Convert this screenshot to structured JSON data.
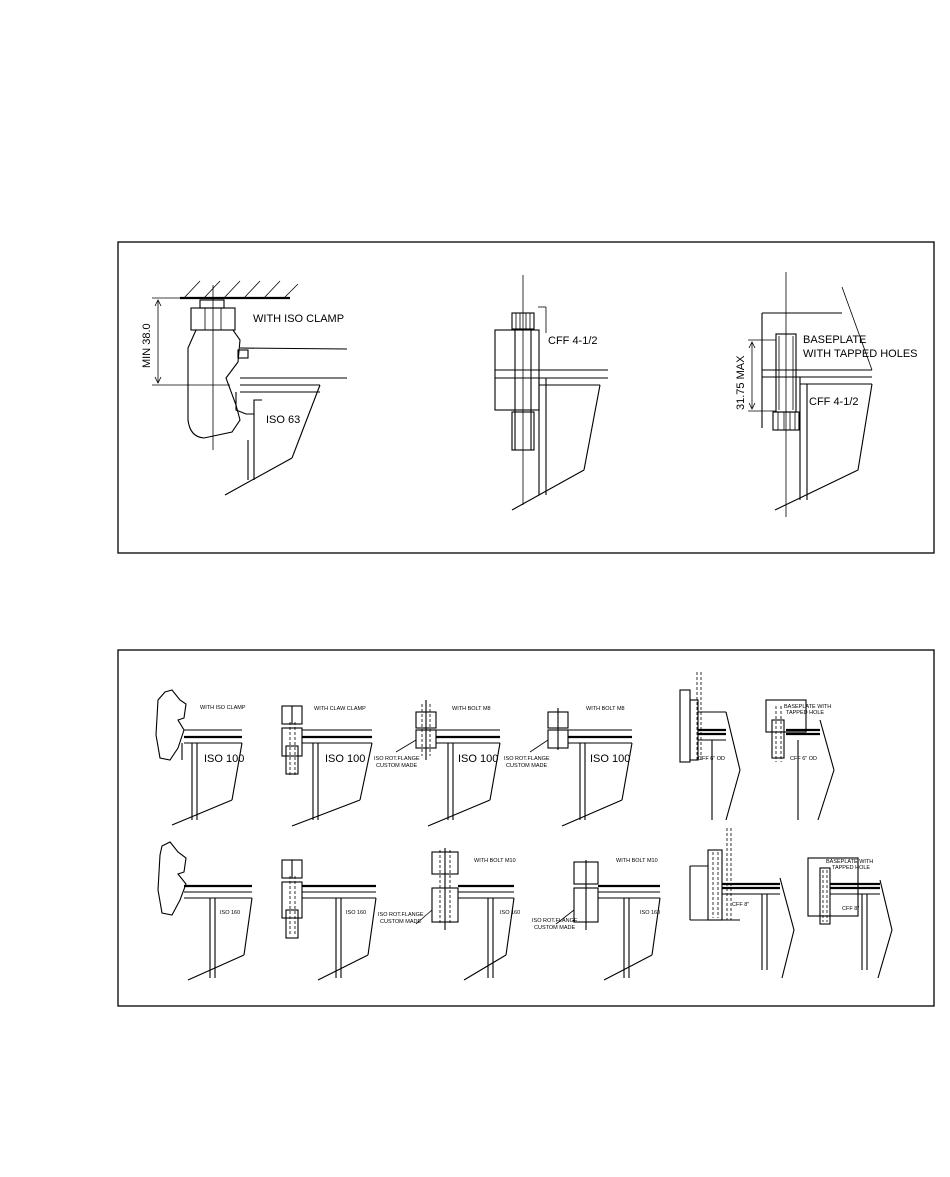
{
  "panel_top": {
    "clamp": {
      "label": "WITH ISO CLAMP",
      "dimension": "MIN 38.0",
      "flange": "ISO 63"
    },
    "bolt": {
      "label": "CFF 4-1/2"
    },
    "tapped": {
      "label_line1": "BASEPLATE",
      "label_line2": "WITH TAPPED HOLES",
      "dimension": "31.75 MAX",
      "flange": "CFF 4-1/2"
    }
  },
  "panel_bottom": {
    "row1": [
      {
        "label": "WITH ISO CLAMP",
        "flange": "ISO 100"
      },
      {
        "label": "WITH CLAW CLAMP",
        "flange": "ISO 100"
      },
      {
        "label": "WITH BOLT M8",
        "flange": "ISO 100",
        "note1": "ISO ROT.FLANGE",
        "note2": "CUSTOM MADE"
      },
      {
        "label": "WITH BOLT M8",
        "flange": "ISO 100",
        "note1": "ISO ROT.FLANGE",
        "note2": "CUSTOM MADE"
      },
      {
        "label": "CFF 6\" OD"
      },
      {
        "label1": "BASEPLATE WITH",
        "label2": "TAPPED HOLE",
        "flange": "CFF 6\" OD"
      }
    ],
    "row2": [
      {
        "flange": "ISO 160"
      },
      {
        "flange": "ISO 160"
      },
      {
        "label": "WITH BOLT M10",
        "flange": "ISO 160",
        "note1": "ISO ROT.FLANGE",
        "note2": "CUSTOM MADE"
      },
      {
        "label": "WITH BOLT M10",
        "flange": "ISO 160",
        "note1": "ISO ROT.FLANGE",
        "note2": "CUSTOM MADE"
      },
      {
        "label": "CFF 8\""
      },
      {
        "label1": "BASEPLATE WITH",
        "label2": "TAPPED HOLE",
        "flange": "CFF 8\""
      }
    ]
  }
}
